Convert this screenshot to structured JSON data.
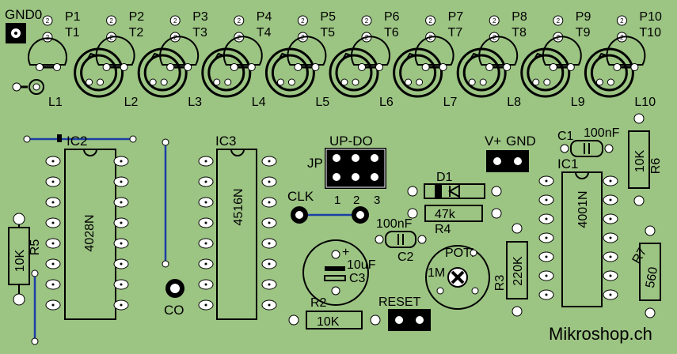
{
  "colors": {
    "board": "#9cc483",
    "trace": "#1b3fa6",
    "pad": "#ffffff",
    "ink": "#000000"
  },
  "labels": {
    "gnd0": "GND0",
    "pots": [
      {
        "p": "P1",
        "t": "T1",
        "l": "L1"
      },
      {
        "p": "P2",
        "t": "T2",
        "l": "L2"
      },
      {
        "p": "P3",
        "t": "T3",
        "l": "L3"
      },
      {
        "p": "P4",
        "t": "T4",
        "l": "L4"
      },
      {
        "p": "P5",
        "t": "T5",
        "l": "L5"
      },
      {
        "p": "P6",
        "t": "T6",
        "l": "L6"
      },
      {
        "p": "P7",
        "t": "T7",
        "l": "L7"
      },
      {
        "p": "P8",
        "t": "T8",
        "l": "L8"
      },
      {
        "p": "P9",
        "t": "T9",
        "l": "L9"
      },
      {
        "p": "P10",
        "t": "T10",
        "l": "L10"
      }
    ],
    "ic2": "IC2",
    "ic2_part": "4028N",
    "ic3": "IC3",
    "ic3_part": "4516N",
    "ic1": "IC1",
    "ic1_part": "4001N",
    "r5": "R5",
    "r5_val": "10K",
    "updo": "UP-DO",
    "jp": "JP",
    "jp_pins": [
      "1",
      "2",
      "3"
    ],
    "clk": "CLK",
    "vplus": "V+",
    "gnd": "GND",
    "c1": "C1",
    "c1_val": "100nF",
    "r6": "R6",
    "r6_val": "10K",
    "d1": "D1",
    "r4": "R4",
    "r4_val": "47k",
    "c2": "C2",
    "c2_val": "100nF",
    "c3": "C3",
    "c3_val": "10uF",
    "c3_plus": "+",
    "poti": "POTI",
    "poti_val": "1M",
    "r3": "R3",
    "r3_val": "220K",
    "r7": "R7",
    "r7_val": "560",
    "co": "CO",
    "r2": "R2",
    "r2_val": "10K",
    "reset": "RESET",
    "brand": "Mikroshop.ch"
  }
}
